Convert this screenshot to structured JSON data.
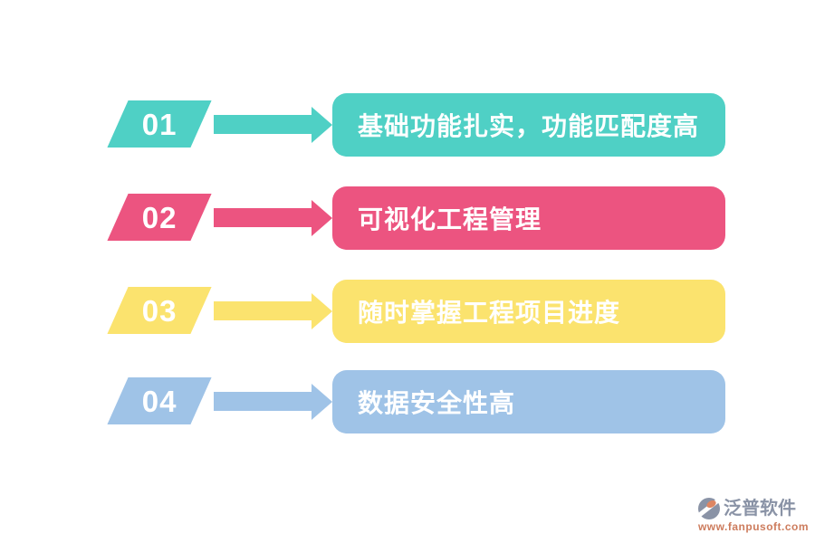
{
  "page": {
    "background": "#ffffff"
  },
  "steps": [
    {
      "number": "01",
      "label": "基础功能扎实，功能匹配度高",
      "color": "#4fd0c5"
    },
    {
      "number": "02",
      "label": "可视化工程管理",
      "color": "#ec5480"
    },
    {
      "number": "03",
      "label": "随时掌握工程项目进度",
      "color": "#fbe36e"
    },
    {
      "number": "04",
      "label": "数据安全性高",
      "color": "#9fc3e7"
    }
  ],
  "icons": {
    "arrow": "arrow-right-icon",
    "logo": "fanpu-logo-icon"
  },
  "watermark": {
    "brand": "泛普软件",
    "url": "www.fanpusoft.com",
    "brand_color": "#8a93a6",
    "url_color": "#cd7c5d",
    "logo_gray": "#8a93a6",
    "logo_orange": "#dd8663"
  }
}
